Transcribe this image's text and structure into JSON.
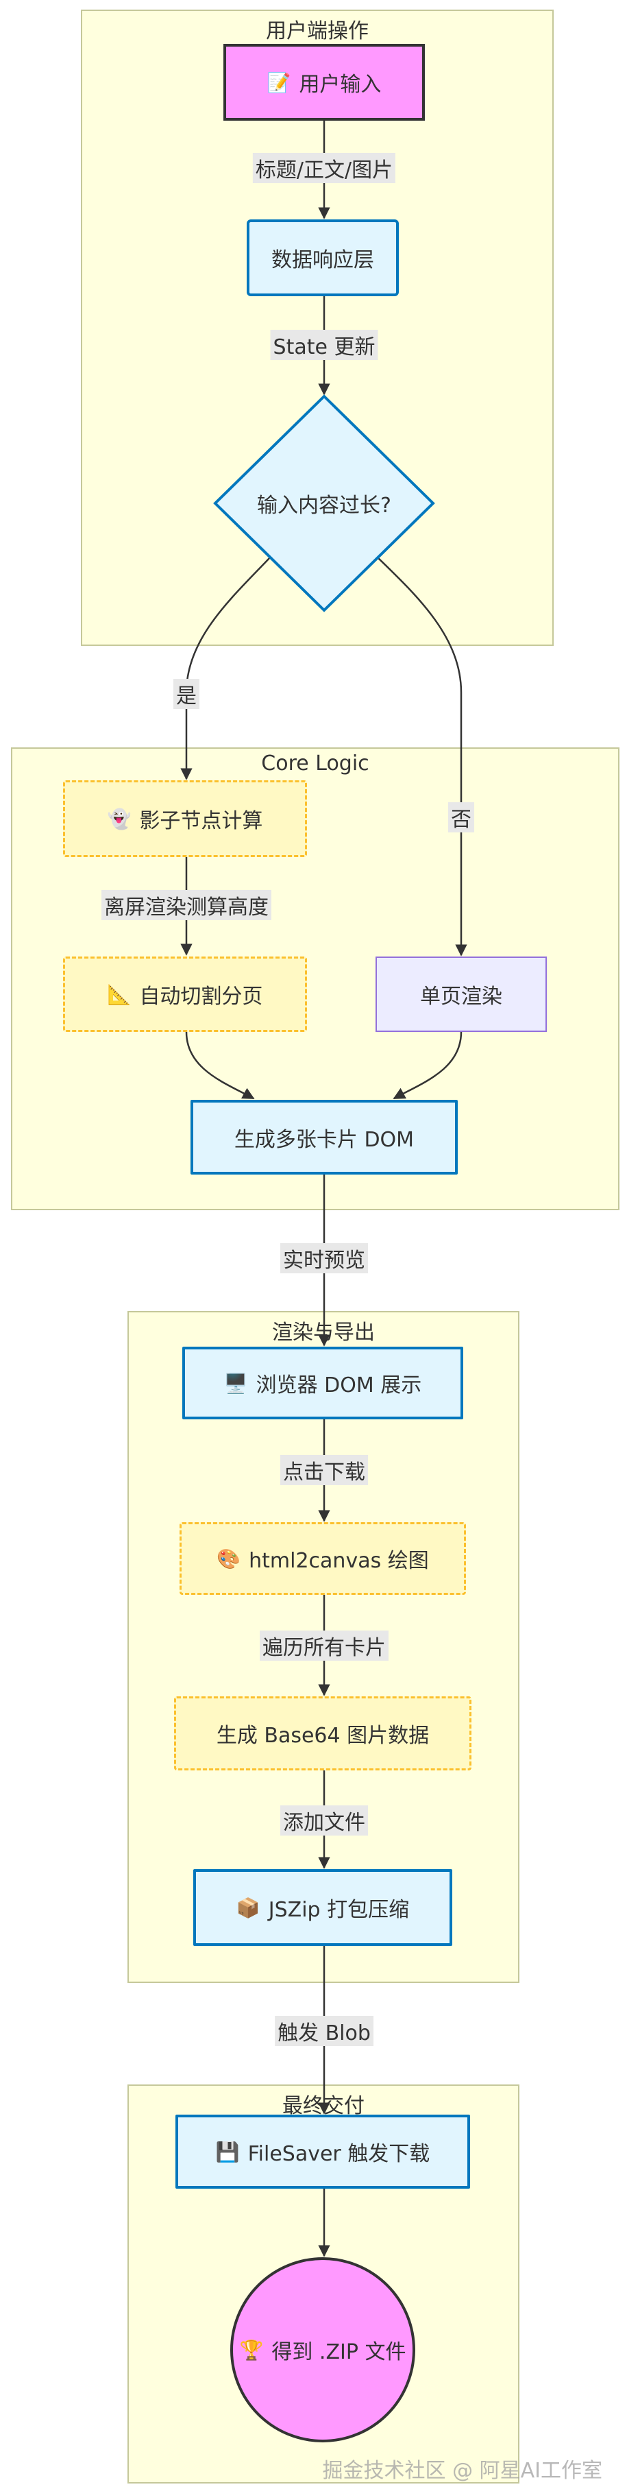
{
  "clusters": {
    "user_ops": "用户端操作",
    "core_logic": "Core Logic",
    "render_export": "渲染与导出",
    "final_delivery": "最终交付"
  },
  "nodes": {
    "user_input": {
      "icon": "📝",
      "label": "用户输入"
    },
    "data_layer": {
      "label": "数据响应层"
    },
    "decision": {
      "label": "输入内容过长?"
    },
    "shadow_calc": {
      "icon": "👻",
      "label": "影子节点计算"
    },
    "auto_split": {
      "icon": "📐",
      "label": "自动切割分页"
    },
    "single_page": {
      "label": "单页渲染"
    },
    "multi_cards": {
      "label": "生成多张卡片 DOM"
    },
    "browser_show": {
      "icon": "🖥️",
      "label": "浏览器 DOM 展示"
    },
    "html2canvas": {
      "icon": "🎨",
      "label": "html2canvas 绘图"
    },
    "base64": {
      "label": "生成 Base64 图片数据"
    },
    "jszip": {
      "icon": "📦",
      "label": "JSZip 打包压缩"
    },
    "filesaver": {
      "icon": "💾",
      "label": "FileSaver 触发下载"
    },
    "zip_file": {
      "icon": "🏆",
      "label": "得到 .ZIP 文件"
    }
  },
  "edges": {
    "input_to_data": "标题/正文/图片",
    "data_to_decision": "State 更新",
    "yes": "是",
    "no": "否",
    "offscreen": "离屏渲染测算高度",
    "realtime": "实时预览",
    "click_download": "点击下载",
    "iterate": "遍历所有卡片",
    "add_file": "添加文件",
    "trigger_blob": "触发 Blob"
  },
  "watermark": "掘金技术社区 @ 阿星AI工作室",
  "colors": {
    "cluster_fill": "#ffffde",
    "cluster_border": "#c5c89a",
    "pink": "#ff99ff",
    "blue_fill": "#e1f5fe",
    "blue_border": "#0277bd",
    "yellow_fill": "#fff9c4",
    "yellow_border": "#fbc02d",
    "lavender": "#ececff"
  }
}
